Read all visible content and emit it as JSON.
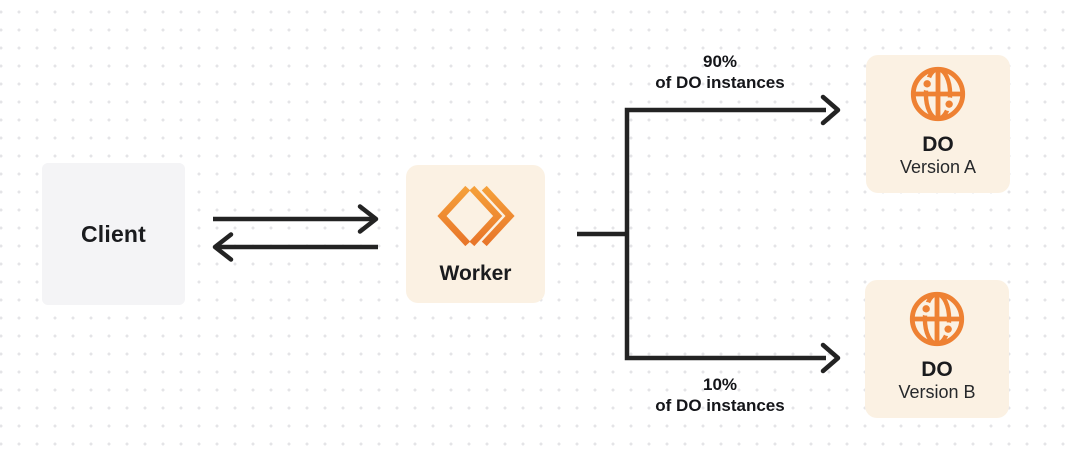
{
  "diagram": {
    "client": {
      "label": "Client"
    },
    "worker": {
      "label": "Worker"
    },
    "do_version_a": {
      "title": "DO",
      "subtitle": "Version A"
    },
    "do_version_b": {
      "title": "DO",
      "subtitle": "Version B"
    },
    "branch_to_a": {
      "percent": "90%",
      "caption": "of DO instances"
    },
    "branch_to_b": {
      "percent": "10%",
      "caption": "of DO instances"
    },
    "icons": {
      "worker": "workers-chevrons-icon",
      "durable_object": "globe-icon"
    },
    "colors": {
      "accent_orange": "#ee8133",
      "accent_orange_light": "#f5a03a",
      "cream_box": "#fbf1e3",
      "gray_box": "#f4f4f6",
      "connector": "#232323",
      "text": "#1a1b1e",
      "grid_dot": "#e4e4e7"
    }
  }
}
